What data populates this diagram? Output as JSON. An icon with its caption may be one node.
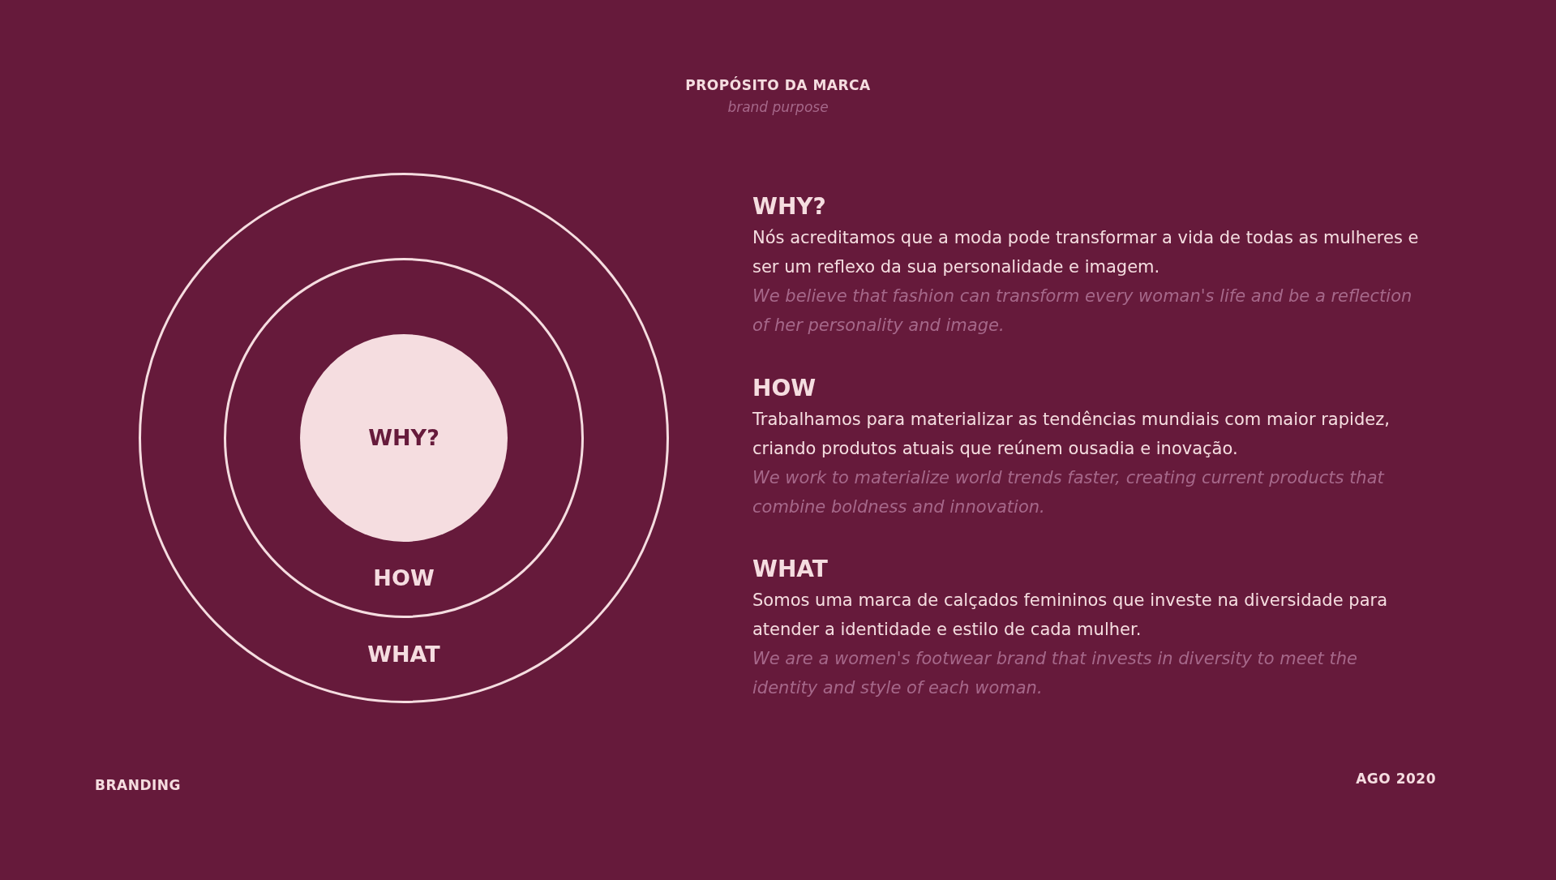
{
  "diagram": {
    "title": "PROPÓSITO DA MARCA",
    "nodes": [
      {
        "text": [
          "WHAT"
        ]
      },
      {
        "text": [
          "HOW"
        ],
        "in": 0
      },
      {
        "text": [
          "WHY?"
        ],
        "in": 1
      }
    ],
    "labels": [
      "brand purpose",
      "WHY?",
      "Nós acreditamos que a moda pode transformar a vida de todas as mulheres e ser um reflexo da sua personalidade e imagem.",
      "We believe that fashion can transform every woman's life and be a reflection of her personality and image.",
      "HOW",
      "Trabalhamos para materializar as tendências mundiais com maior rapidez, criando produtos atuais que reúnem ousadia e inovação.",
      "We work to materialize world trends faster, creating current products that combine boldness and innovation.",
      "WHAT",
      "Somos uma marca de calçados femininos que investe na diversidade para atender a identidade e estilo de cada mulher.",
      "We are a women's footwear brand that invests in diversity to meet the identity and style of each woman.",
      "BRANDING",
      "AGO 2020"
    ]
  }
}
